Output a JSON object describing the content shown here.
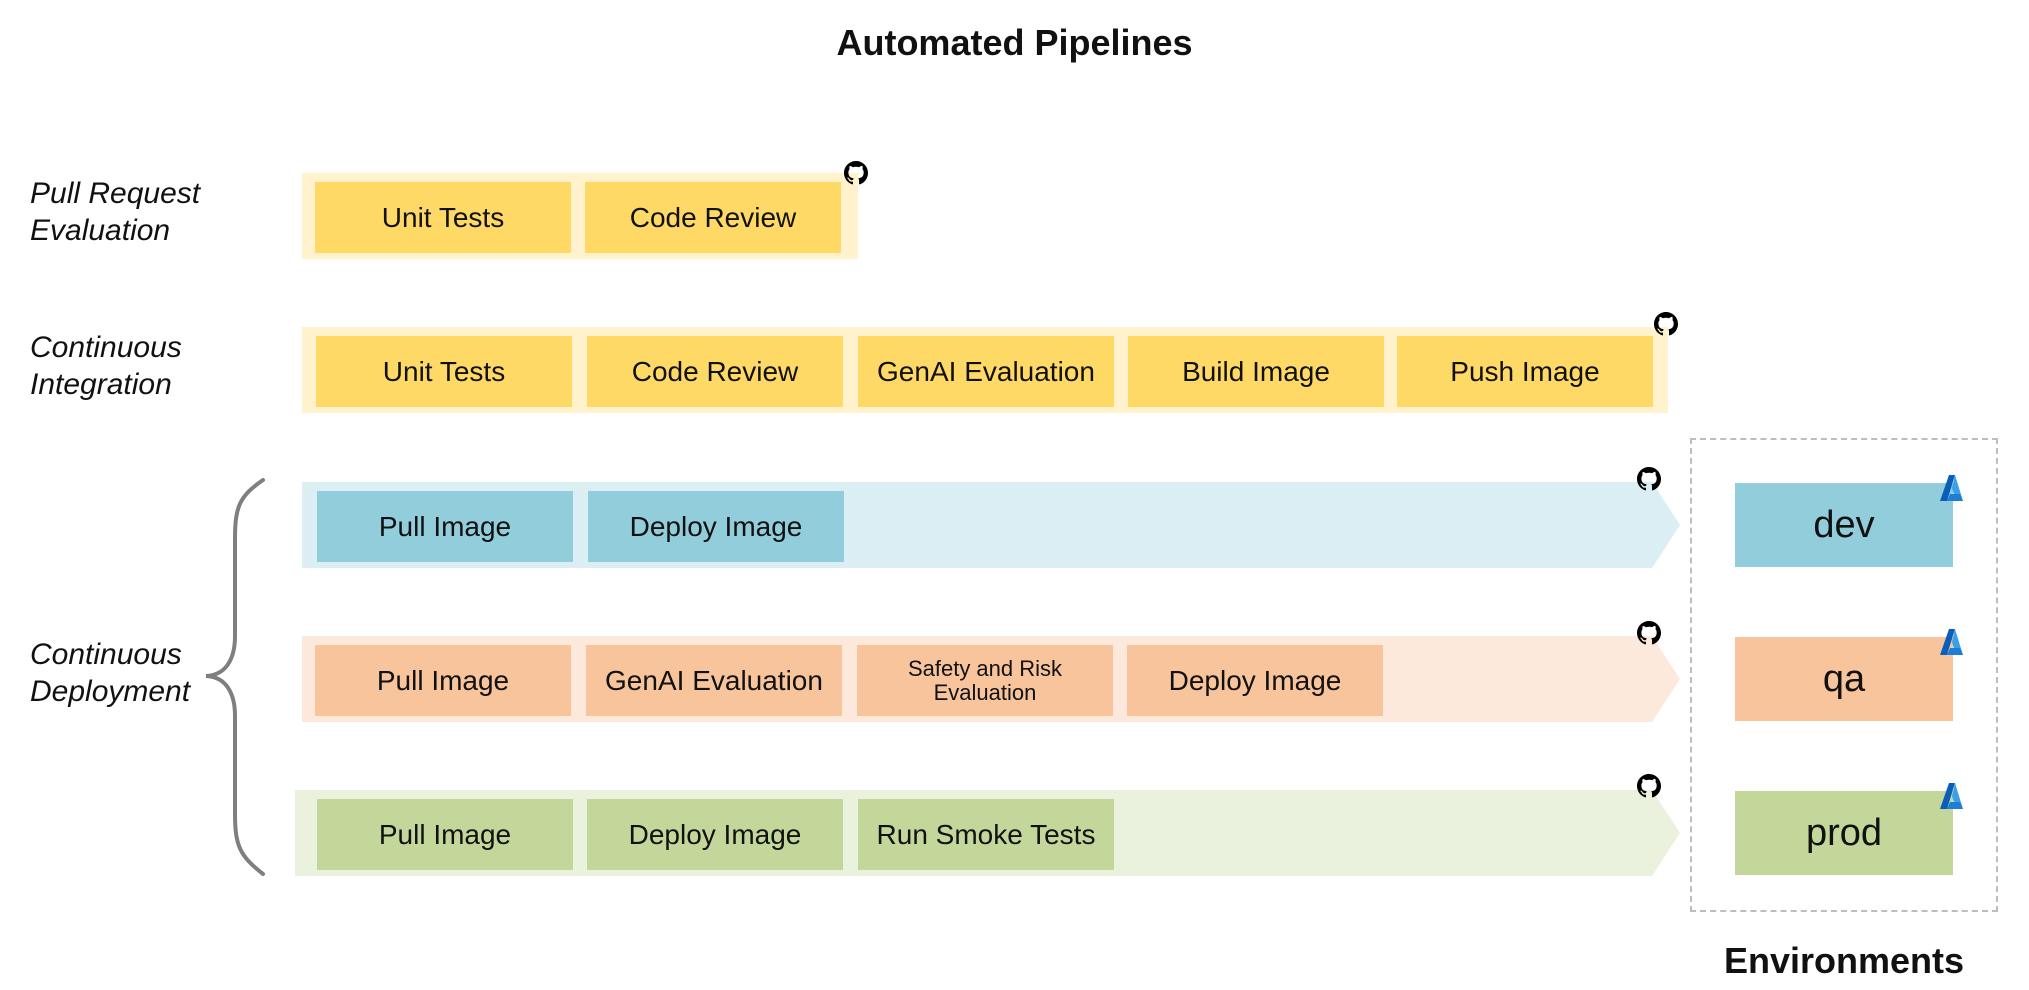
{
  "title": "Automated Pipelines",
  "rows": {
    "pr": {
      "label": [
        "Pull Request",
        "Evaluation"
      ],
      "steps": [
        "Unit Tests",
        "Code Review"
      ]
    },
    "ci": {
      "label": [
        "Continuous",
        "Integration"
      ],
      "steps": [
        "Unit Tests",
        "Code Review",
        "GenAI Evaluation",
        "Build Image",
        "Push Image"
      ]
    },
    "cd_label": [
      "Continuous",
      "Deployment"
    ],
    "cd_dev": {
      "steps": [
        "Pull Image",
        "Deploy Image"
      ]
    },
    "cd_qa": {
      "steps": [
        "Pull Image",
        "GenAI Evaluation",
        "Safety and Risk Evaluation",
        "Deploy Image"
      ]
    },
    "cd_prod": {
      "steps": [
        "Pull Image",
        "Deploy Image",
        "Run Smoke Tests"
      ]
    }
  },
  "environments": {
    "title": "Environments",
    "items": [
      "dev",
      "qa",
      "prod"
    ]
  },
  "icons": {
    "pipeline_icon": "github-icon",
    "environment_icon": "azure-icon"
  },
  "colors": {
    "yellow_step": "#FFD966",
    "yellow_band": "#FFF2CC",
    "blue_step": "#92CDDC",
    "blue_band": "#DAEEF3",
    "orange_step": "#F8C49C",
    "orange_band": "#FCE9DC",
    "green_step": "#C4D79B",
    "green_band": "#EAF1DD"
  }
}
